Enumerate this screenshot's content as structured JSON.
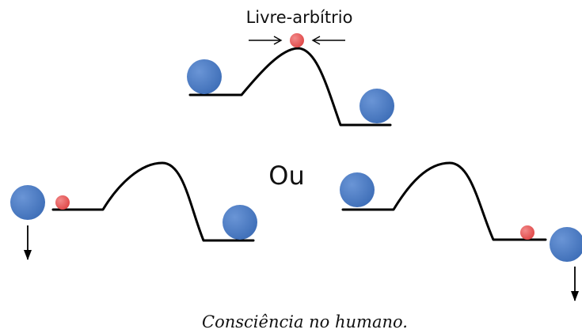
{
  "title": "Livre-arbítrio",
  "separator": "Ou",
  "caption": "Consciência no humano.",
  "colors": {
    "big_ball": "#3f6fb8",
    "big_ball_highlight": "#6a95d6",
    "small_ball": "#e04848",
    "small_ball_highlight": "#f28a8a",
    "track": "#000000"
  }
}
